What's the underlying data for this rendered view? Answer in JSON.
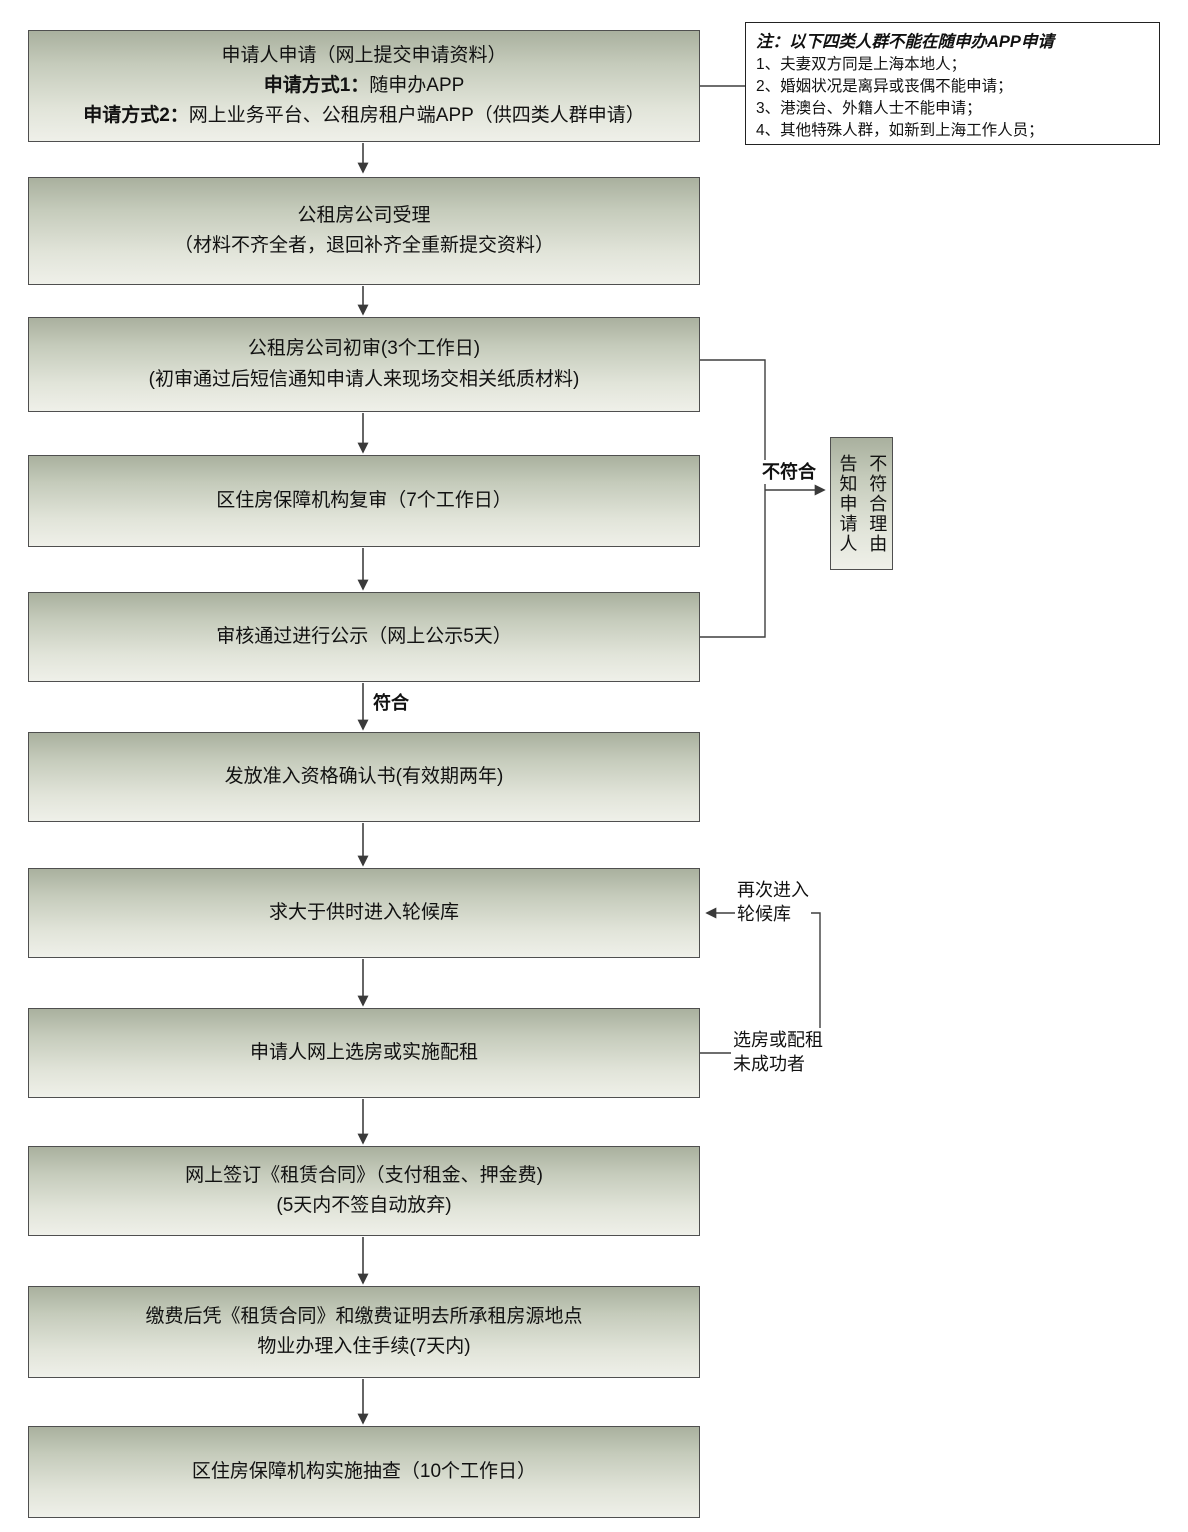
{
  "flow": {
    "step1": {
      "line1": "申请人申请（网上提交申请资料）",
      "line2_bold": "申请方式1：",
      "line2_rest": "随申办APP",
      "line3_bold": "申请方式2：",
      "line3_rest": "网上业务平台、公租房租户端APP（供四类人群申请）"
    },
    "step2": {
      "line1": "公租房公司受理",
      "line2": "（材料不齐全者，退回补齐全重新提交资料）"
    },
    "step3": {
      "line1": "公租房公司初审(3个工作日)",
      "line2": "(初审通过后短信通知申请人来现场交相关纸质材料)"
    },
    "step4": {
      "line1": "区住房保障机构复审（7个工作日）"
    },
    "step5": {
      "line1": "审核通过进行公示（网上公示5天）"
    },
    "step6": {
      "line1": "发放准入资格确认书(有效期两年)"
    },
    "step7": {
      "line1": "求大于供时进入轮候库"
    },
    "step8": {
      "line1": "申请人网上选房或实施配租"
    },
    "step9": {
      "line1": "网上签订《租赁合同》（支付租金、押金费)",
      "line2": "(5天内不签自动放弃)"
    },
    "step10": {
      "line1": "缴费后凭《租赁合同》和缴费证明去所承租房源地点",
      "line2": "物业办理入住手续(7天内)"
    },
    "step11": {
      "line1": "区住房保障机构实施抽查（10个工作日）"
    }
  },
  "note": {
    "title": "注：以下四类人群不能在随申办APP申请",
    "items": [
      "1、夫妻双方同是上海本地人；",
      "2、婚姻状况是离异或丧偶不能申请；",
      "3、港澳台、外籍人士不能申请；",
      "4、其他特殊人群，如新到上海工作人员；"
    ]
  },
  "labels": {
    "not_conform": "不符合",
    "conform": "符合",
    "notify_reason": "告知申请人\n不符合理由",
    "reenter_queue": "再次进入\n轮候库",
    "unsuccessful": "选房或配租\n未成功者"
  },
  "colors": {
    "box_gradient_top": "#a9b09e",
    "box_gradient_bottom": "#eff0e9",
    "box_border": "#4f4f4f",
    "line": "#3f3f3f",
    "text": "#111111",
    "note_background": "#ffffff"
  }
}
